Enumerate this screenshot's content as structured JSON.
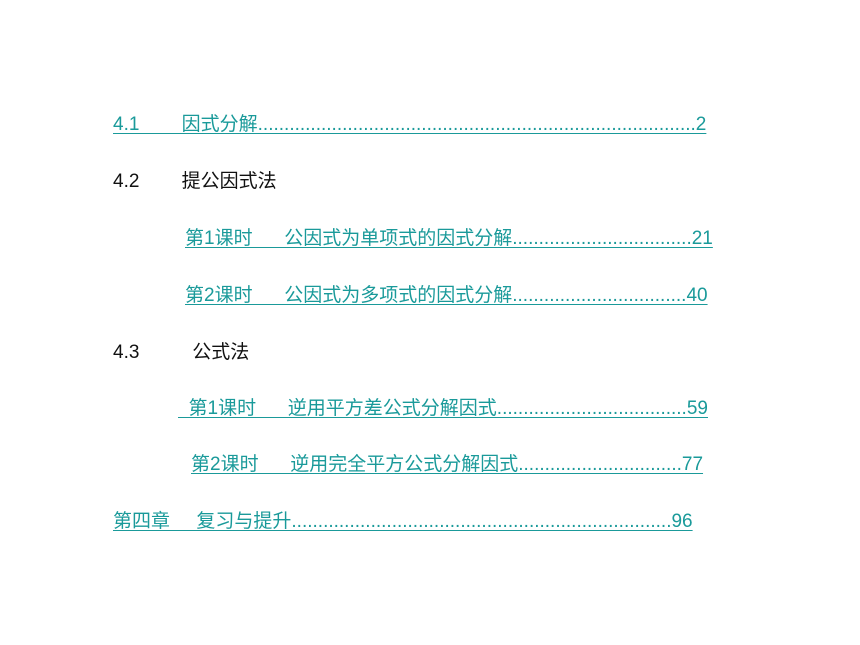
{
  "entries": [
    {
      "kind": "link",
      "text": "4.1        因式分解...................................................................................2"
    },
    {
      "kind": "plain",
      "text": "4.2        提公因式法"
    },
    {
      "kind": "link",
      "text": "第1课时      公因式为单项式的因式分解..................................21"
    },
    {
      "kind": "link",
      "text": "第2课时      公因式为多项式的因式分解.................................40"
    },
    {
      "kind": "plain",
      "text": "4.3          公式法"
    },
    {
      "kind": "link",
      "text": "  第1课时      逆用平方差公式分解因式....................................59"
    },
    {
      "kind": "link",
      "text": "第2课时      逆用完全平方公式分解因式...............................77"
    },
    {
      "kind": "link",
      "text": "第四章     复习与提升........................................................................96"
    }
  ]
}
